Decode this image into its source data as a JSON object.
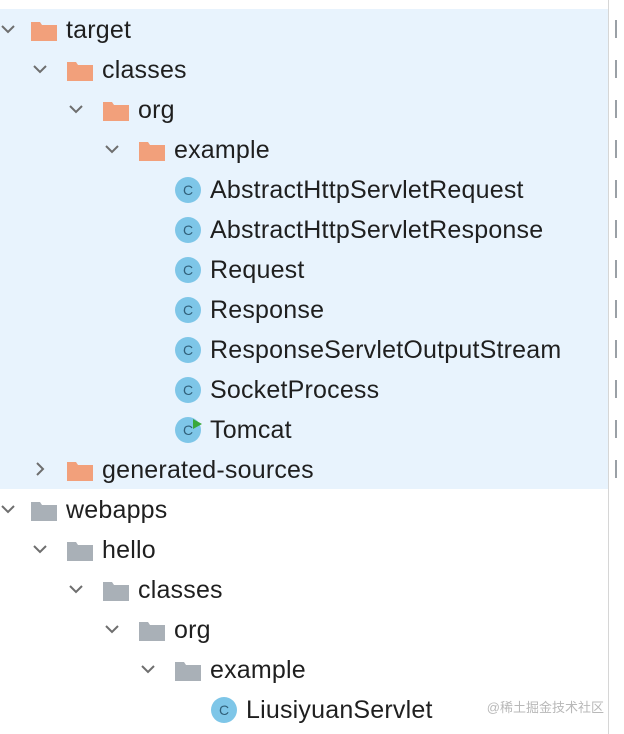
{
  "colors": {
    "selection_bg": "#e8f3fd",
    "folder_excluded": "#f2a07b",
    "folder_normal": "#a9b0b7",
    "class_icon_bg": "#7ec6e8",
    "class_icon_letter": "#31607a",
    "run_marker": "#39a839"
  },
  "tree": {
    "target": {
      "label": "target",
      "icon": "folder-icon"
    },
    "classes": {
      "label": "classes",
      "icon": "folder-icon"
    },
    "org": {
      "label": "org",
      "icon": "folder-icon"
    },
    "example": {
      "label": "example",
      "icon": "folder-icon"
    },
    "files": [
      {
        "label": "AbstractHttpServletRequest",
        "icon_letter": "C"
      },
      {
        "label": "AbstractHttpServletResponse",
        "icon_letter": "C"
      },
      {
        "label": "Request",
        "icon_letter": "C"
      },
      {
        "label": "Response",
        "icon_letter": "C"
      },
      {
        "label": "ResponseServletOutputStream",
        "icon_letter": "C"
      },
      {
        "label": "SocketProcess",
        "icon_letter": "C"
      },
      {
        "label": "Tomcat",
        "icon_letter": "C"
      }
    ],
    "generated_sources": {
      "label": "generated-sources",
      "icon": "folder-icon"
    },
    "webapps": {
      "label": "webapps",
      "icon": "folder-icon"
    },
    "hello": {
      "label": "hello",
      "icon": "folder-icon"
    },
    "hello_classes": {
      "label": "classes",
      "icon": "folder-icon"
    },
    "hello_org": {
      "label": "org",
      "icon": "folder-icon"
    },
    "hello_example": {
      "label": "example",
      "icon": "folder-icon"
    },
    "servlet": {
      "label": "LiusiyuanServlet",
      "icon_letter": "C"
    }
  },
  "watermark": "@稀土掘金技术社区"
}
